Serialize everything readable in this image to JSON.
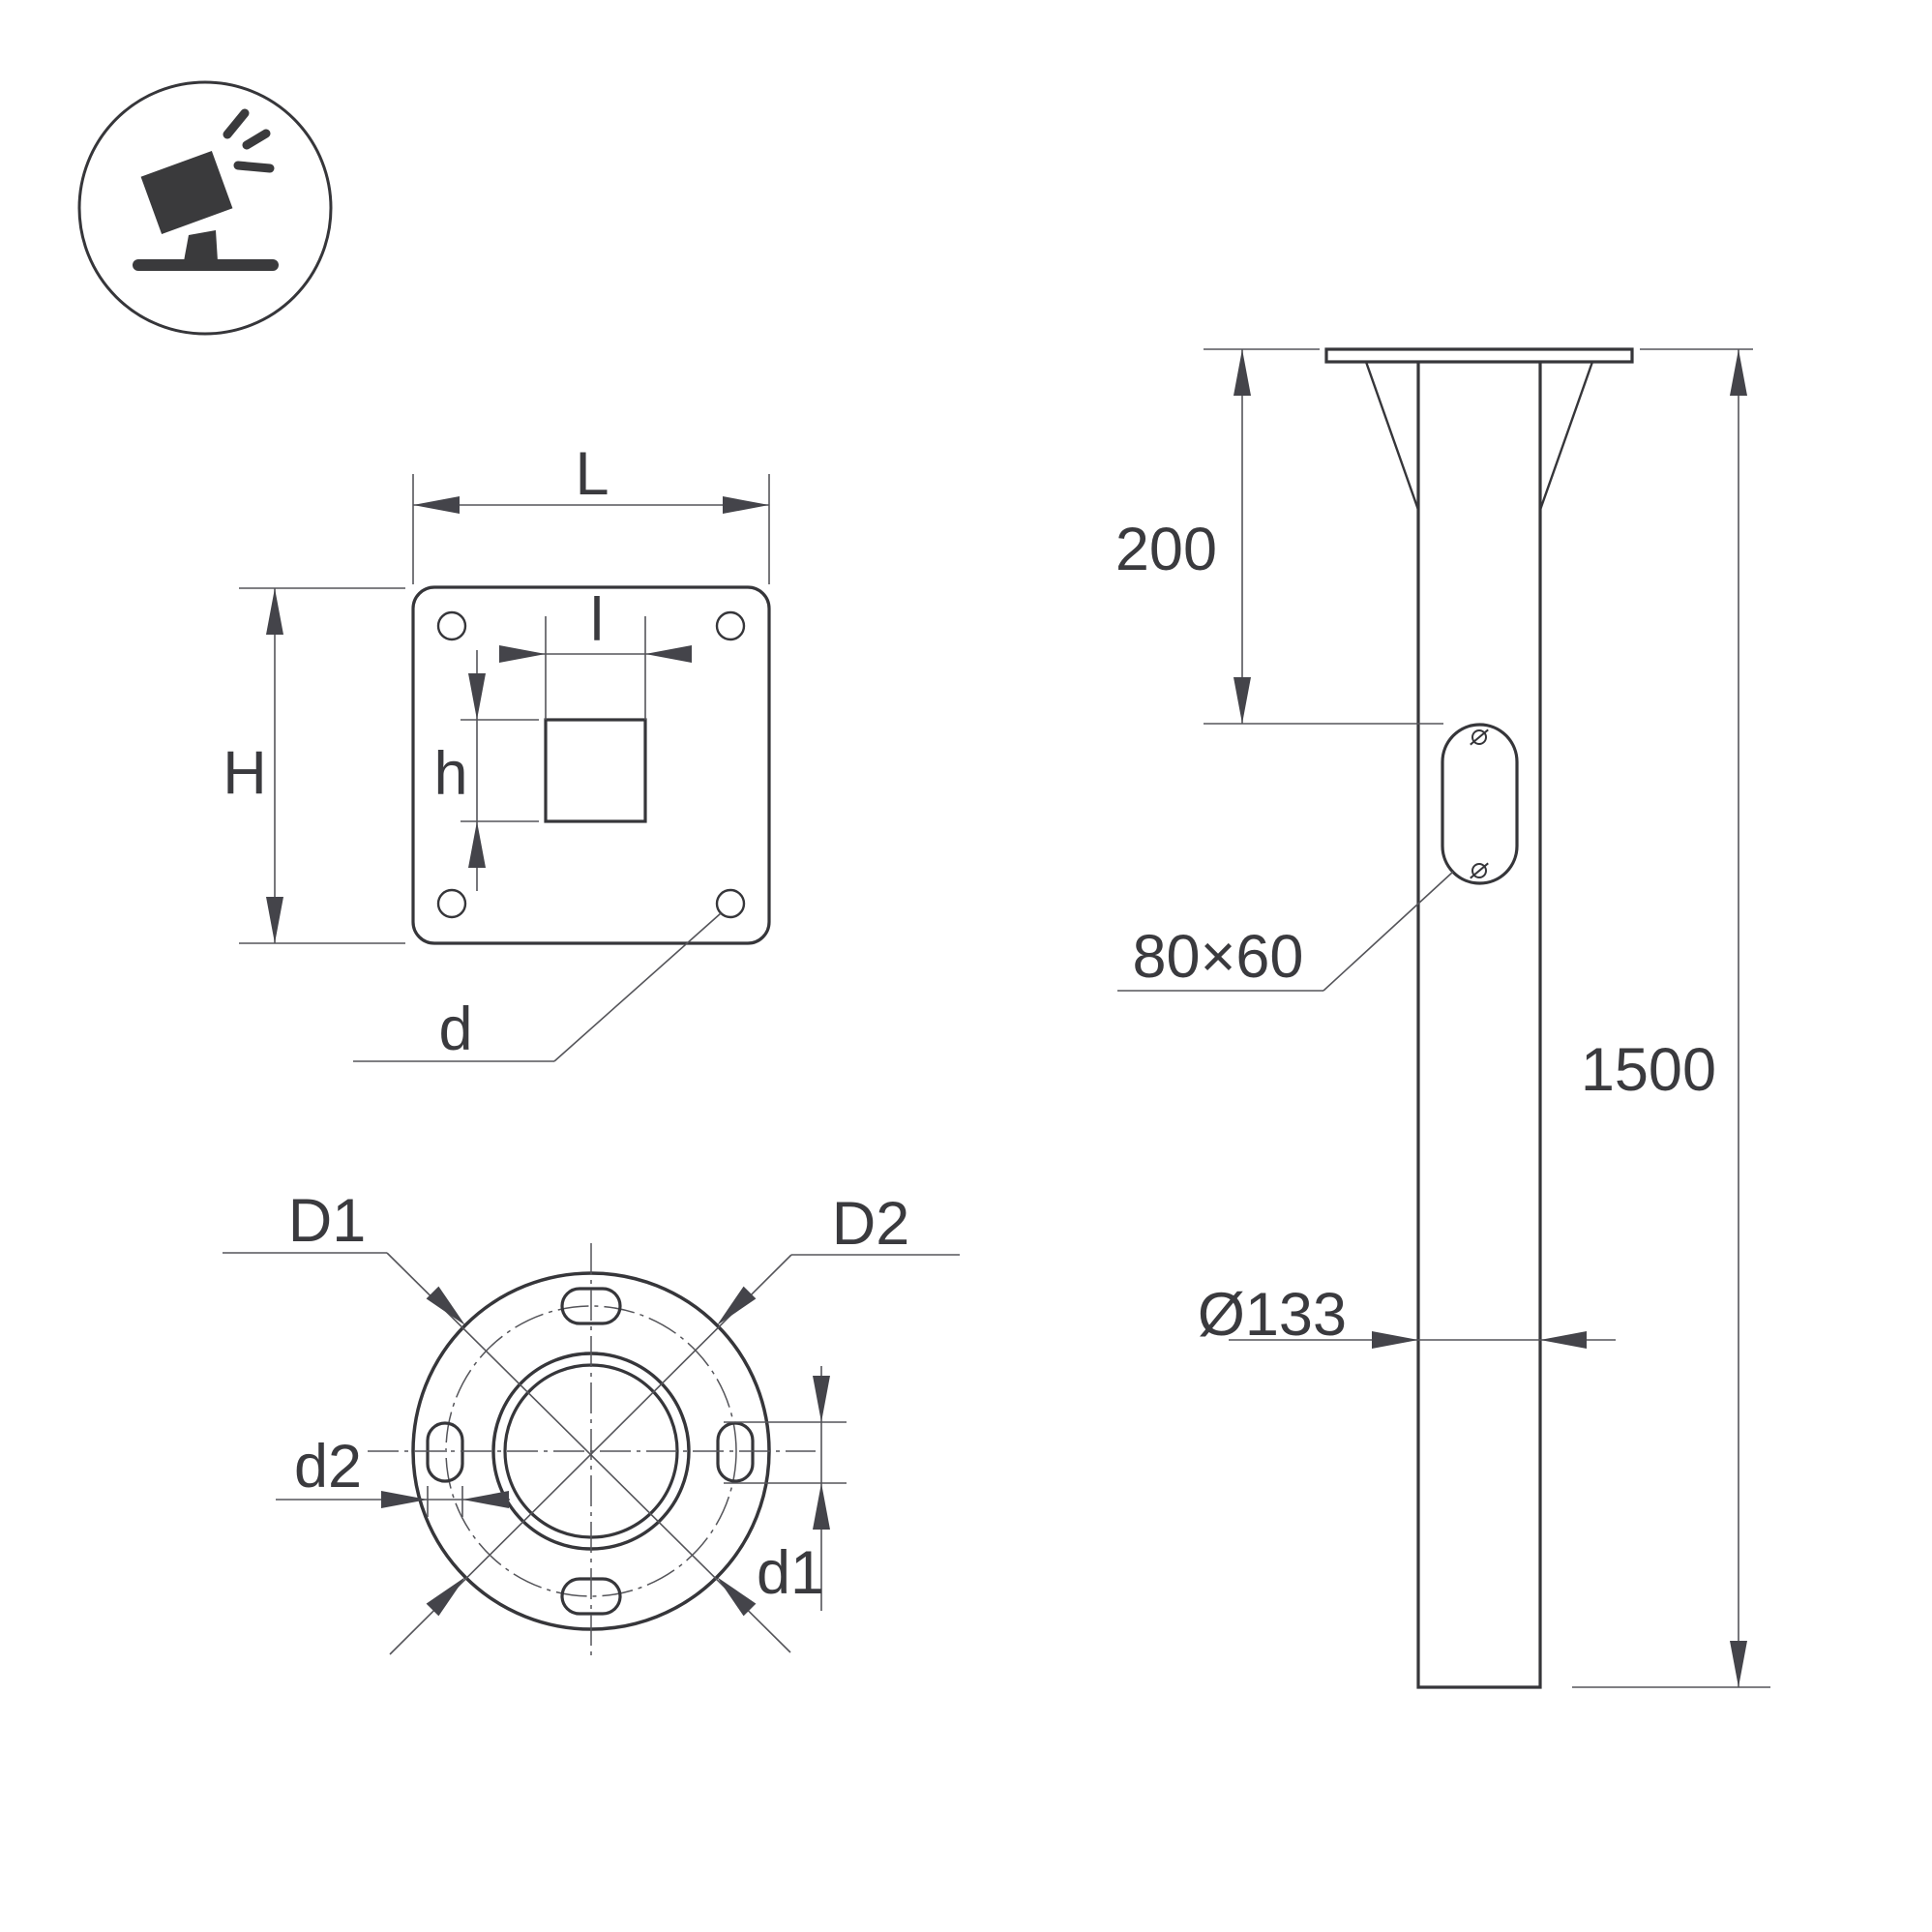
{
  "drawing": {
    "icon": {
      "name": "tilted-floodlight"
    },
    "flange_top_view": {
      "width_label": "L",
      "inner_width_label": "l",
      "height_label": "H",
      "inner_height_label": "h",
      "corner_hole_label": "d"
    },
    "flange_bottom_view": {
      "outer_diameter_label": "D1",
      "bolt_circle_diameter_label": "D2",
      "slot_length_label": "d1",
      "slot_width_label": "d2"
    },
    "pole_side_view": {
      "flange_to_hole_label": "200",
      "pole_length_label": "1500",
      "access_hole_size_label": "80×60",
      "pole_diameter_label": "Ø133"
    },
    "colors": {
      "line": "#3a3a3e",
      "background": "#ffffff"
    }
  }
}
